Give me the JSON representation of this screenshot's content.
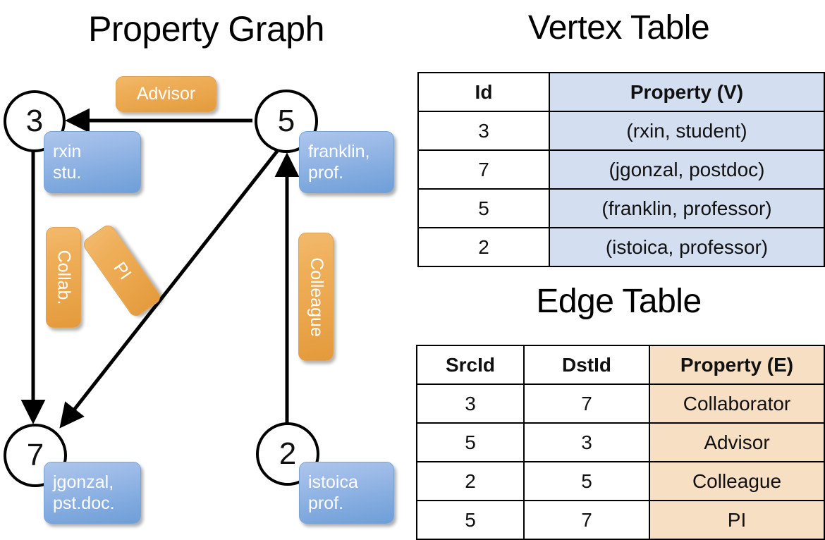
{
  "titles": {
    "property_graph": "Property Graph",
    "vertex_table": "Vertex Table",
    "edge_table": "Edge Table"
  },
  "graph": {
    "nodes": [
      {
        "id": "3",
        "property_lines": [
          "rxin",
          "stu."
        ]
      },
      {
        "id": "5",
        "property_lines": [
          "franklin,",
          "prof."
        ]
      },
      {
        "id": "7",
        "property_lines": [
          "jgonzal,",
          "pst.doc."
        ]
      },
      {
        "id": "2",
        "property_lines": [
          "istoica",
          "prof."
        ]
      }
    ],
    "edge_labels": [
      {
        "name": "advisor",
        "text": "Advisor"
      },
      {
        "name": "collab",
        "text": "Collab."
      },
      {
        "name": "pi",
        "text": "PI"
      },
      {
        "name": "colleague",
        "text": "Colleague"
      }
    ]
  },
  "vertex_table": {
    "headers": [
      "Id",
      "Property (V)"
    ],
    "rows": [
      [
        "3",
        "(rxin, student)"
      ],
      [
        "7",
        "(jgonzal, postdoc)"
      ],
      [
        "5",
        "(franklin, professor)"
      ],
      [
        "2",
        "(istoica, professor)"
      ]
    ]
  },
  "edge_table": {
    "headers": [
      "SrcId",
      "DstId",
      "Property (E)"
    ],
    "rows": [
      [
        "3",
        "7",
        "Collaborator"
      ],
      [
        "5",
        "3",
        "Advisor"
      ],
      [
        "2",
        "5",
        "Colleague"
      ],
      [
        "5",
        "7",
        "PI"
      ]
    ]
  },
  "colors": {
    "vertex_property_fill": "#d3dff1",
    "edge_property_fill": "#f7dfc4",
    "node_box_blue": "#7fa9de",
    "edge_label_orange": "#e9a449"
  }
}
